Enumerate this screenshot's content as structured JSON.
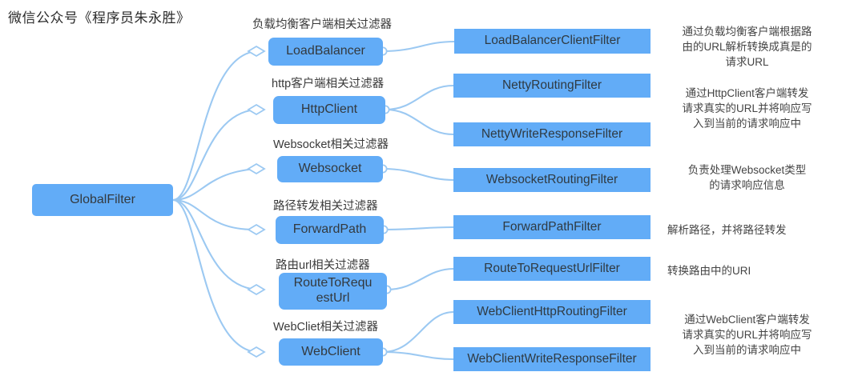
{
  "watermark": "微信公众号《程序员朱永胜》",
  "colors": {
    "node_fill": "#62ACF7",
    "edge": "#9CC9F2",
    "node_text": "#33393e",
    "label_text": "#3a3a3a",
    "desc_text": "#444444",
    "background": "#ffffff"
  },
  "root": {
    "label": "GlobalFilter"
  },
  "branches": [
    {
      "branch_label": "负载均衡客户端相关过滤器",
      "node": "LoadBalancer",
      "filters": [
        "LoadBalancerClientFilter"
      ],
      "description": "通过负载均衡客户端根据路\n由的URL解析转换成真是的\n请求URL",
      "description_align": "center"
    },
    {
      "branch_label": "http客户端相关过滤器",
      "node": "HttpClient",
      "filters": [
        "NettyRoutingFilter",
        "NettyWriteResponseFilter"
      ],
      "description": "通过HttpClient客户端转发\n请求真实的URL并将响应写\n入到当前的请求响应中",
      "description_align": "center"
    },
    {
      "branch_label": "Websocket相关过滤器",
      "node": "Websocket",
      "filters": [
        "WebsocketRoutingFilter"
      ],
      "description": "负责处理Websocket类型\n的请求响应信息",
      "description_align": "center"
    },
    {
      "branch_label": "路径转发相关过滤器",
      "node": "ForwardPath",
      "filters": [
        "ForwardPathFilter"
      ],
      "description": "解析路径，并将路径转发",
      "description_align": "left"
    },
    {
      "branch_label": "路由url相关过滤器",
      "node": "RouteToRequ\nestUrl",
      "filters": [
        "RouteToRequestUrlFilter"
      ],
      "description": "转换路由中的URI",
      "description_align": "left"
    },
    {
      "branch_label": "WebCliet相关过滤器",
      "node": "WebClient",
      "filters": [
        "WebClientHttpRoutingFilter",
        "WebClientWriteResponseFilter"
      ],
      "description": "通过WebClient客户端转发\n请求真实的URL并将响应写\n入到当前的请求响应中",
      "description_align": "center"
    }
  ]
}
